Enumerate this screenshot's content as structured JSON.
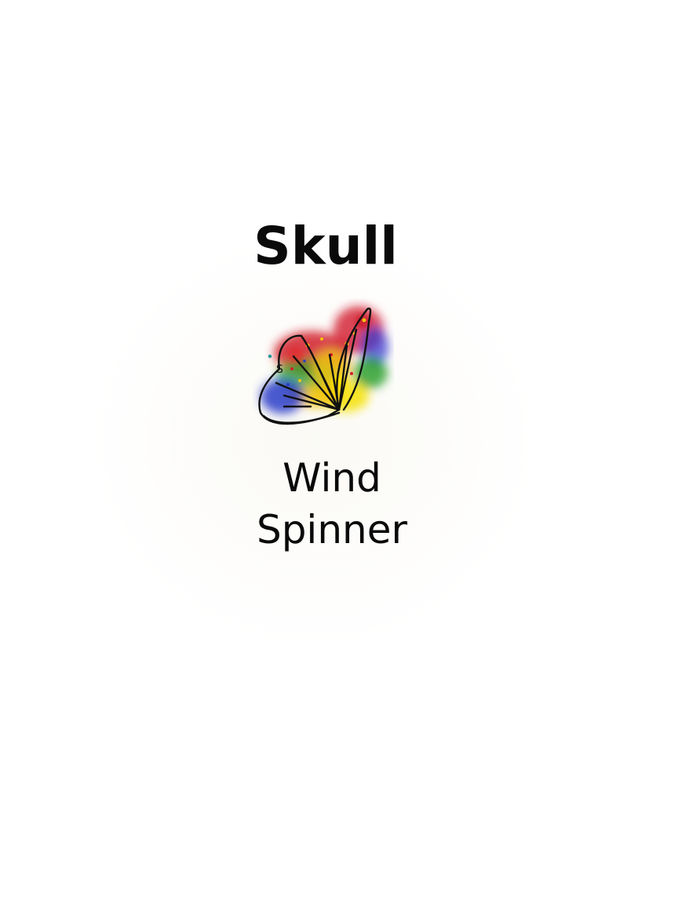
{
  "title": "Skull",
  "subtitle_line1": "Wind",
  "subtitle_line2": "Spinner",
  "artwork": {
    "icon": "butterfly-wing-icon",
    "colors": [
      "#d21c2c",
      "#f2c40f",
      "#2fa12d",
      "#2a3cc8",
      "#f7e51c"
    ]
  }
}
